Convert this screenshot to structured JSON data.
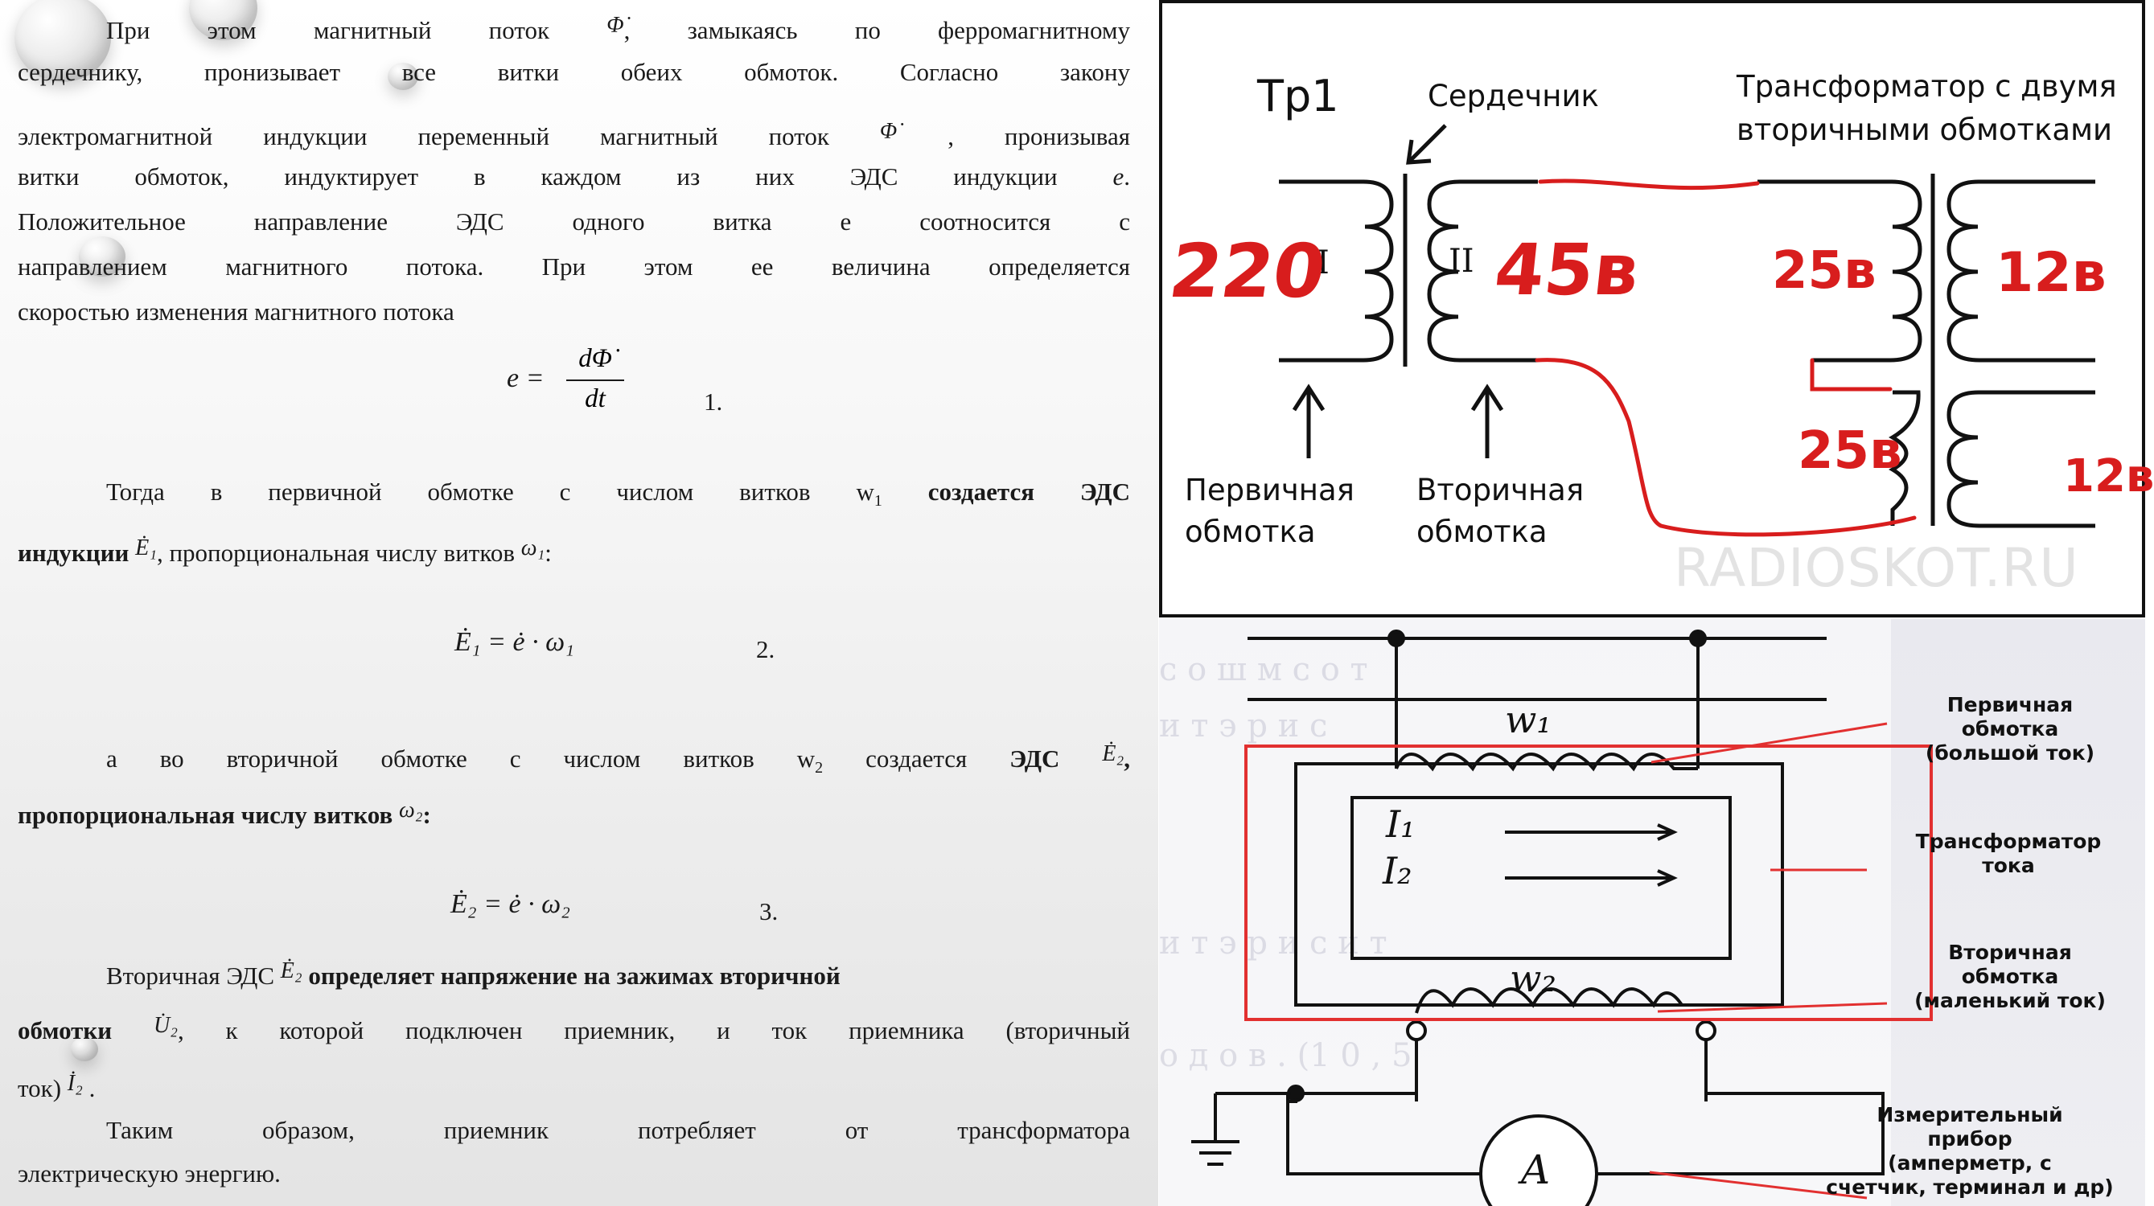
{
  "text": {
    "l1": "При этом магнитный поток",
    "l1_sym": "Φ̇",
    "l1_end": ", замыкаясь по ферромагнитному",
    "l2": "сердечнику, пронизывает все витки обеих обмоток. Согласно закону",
    "l3": "электромагнитной индукции переменный магнитный поток",
    "l3_sym": "Φ̇",
    "l3_end": ", пронизывая",
    "l4a": "витки обмоток, индуктирует в каждом из них ЭДС индукции",
    "l4_sym": "е",
    "l4_end": ".",
    "l5": "Положительное направление ЭДС одного витка е соотносится с",
    "l6": "направлением магнитного потока. При этом ее величина определяется",
    "l7": "скоростью изменения магнитного потока",
    "f1_lhs": "e =",
    "f1_num": "dΦ̇",
    "f1_den": "dt",
    "f1_no": "1.",
    "p2_a": "Тогда в первичной обмотке с числом витков w",
    "p2_sub": "1",
    "p2_b": "создается ЭДС",
    "p2_c": "индукции",
    "p2_sym": "Ė₁",
    "p2_d": ", пропорциональная числу витков",
    "p2_sym2": "ω₁",
    "p2_e": ":",
    "f2": "Ė₁ = ė · ω₁",
    "f2_no": "2.",
    "p3_a": "а во вторичной обмотке с числом витков w",
    "p3_sub": "2",
    "p3_b": "создается",
    "p3_c": "ЭДС",
    "p3_sym": "Ė₂",
    "p3_d": ",",
    "p3_e": "пропорциональная числу витков",
    "p3_sym2": "ω₂",
    "p3_f": ":",
    "f3": "Ė₂ = ė · ω₂",
    "f3_no": "3.",
    "p4_a": "Вторичная ЭДС",
    "p4_sym": "Ė₂",
    "p4_b": "определяет напряжение на зажимах вторичной",
    "p4_c": "обмотки",
    "p4_sym2": "U̇₂",
    "p4_d": ", к которой подключен приемник, и ток приемника (вторичный",
    "p4_e": "ток)",
    "p4_sym3": "İ₂",
    "p4_f": ".",
    "p5_a": "Таким образом, приемник потребляет от трансформатора",
    "p5_b": "электрическую энергию."
  },
  "diagram_top": {
    "tp1": "Тр1",
    "core": "Сердечник",
    "title_line1": "Трансформатор с двумя",
    "title_line2": "вторичными обмотками",
    "winding_1": "I",
    "winding_2": "II",
    "primary_line1": "Первичная",
    "primary_line2": "обмотка",
    "secondary_line1": "Вторичная",
    "secondary_line2": "обмотка",
    "watermark": "RADIOSKOT.RU",
    "hand_220": "220",
    "hand_45": "45в",
    "hand_25a": "25в",
    "hand_12a": "12в",
    "hand_25b": "25в",
    "hand_12b": "12в"
  },
  "diagram_bottom": {
    "w1": "w₁",
    "w2": "w₂",
    "i1": "I₁",
    "i2": "I₂",
    "meter": "A",
    "primary_l1": "Первичная",
    "primary_l2": "обмотка",
    "primary_l3": "(большой ток)",
    "ct_l1": "Трансформатор",
    "ct_l2": "тока",
    "secondary_l1": "Вторичная",
    "secondary_l2": "обмотка",
    "secondary_l3": "(маленький ток)",
    "meter_l1": "Измерительный",
    "meter_l2": "прибор",
    "meter_l3": "(амперметр, с",
    "meter_l4": "счетчик, терминал и др)"
  },
  "colors": {
    "annotation_red": "#d81d1d",
    "frame_red": "#e23030",
    "ink": "#111111"
  }
}
